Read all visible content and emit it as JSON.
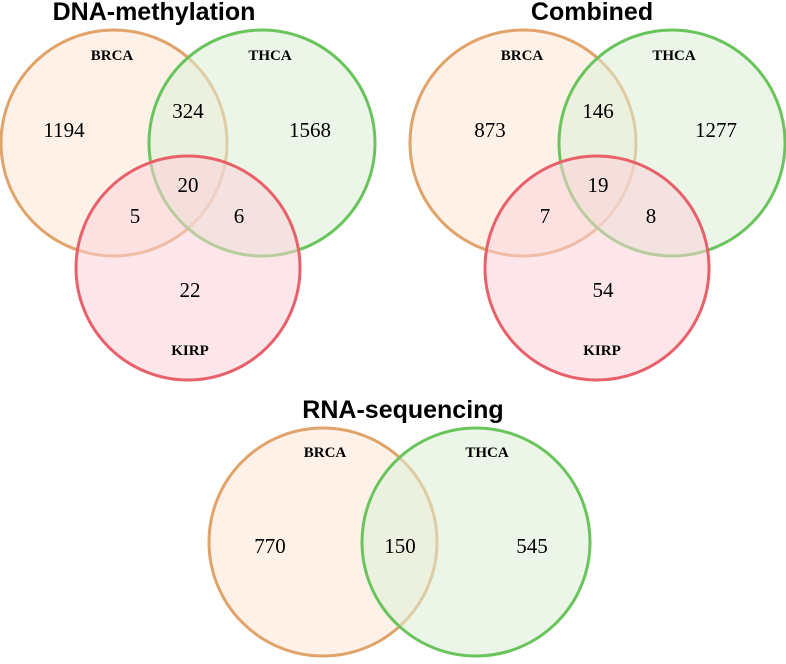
{
  "colors": {
    "BRCA": {
      "stroke": "#e0a36a",
      "fill": "#fde8d6"
    },
    "THCA": {
      "stroke": "#6ac45c",
      "fill": "#dcefd6"
    },
    "KIRP": {
      "stroke": "#e8606a",
      "fill": "#fcd2d8"
    }
  },
  "panels": [
    {
      "title": "DNA-methylation",
      "sets": [
        "BRCA",
        "THCA",
        "KIRP"
      ],
      "regions": {
        "BRCA_only": "1194",
        "THCA_only": "1568",
        "KIRP_only": "22",
        "BRCA_THCA": "324",
        "BRCA_KIRP": "5",
        "THCA_KIRP": "6",
        "all": "20"
      }
    },
    {
      "title": "Combined",
      "sets": [
        "BRCA",
        "THCA",
        "KIRP"
      ],
      "regions": {
        "BRCA_only": "873",
        "THCA_only": "1277",
        "KIRP_only": "54",
        "BRCA_THCA": "146",
        "BRCA_KIRP": "7",
        "THCA_KIRP": "8",
        "all": "19"
      }
    },
    {
      "title": "RNA-sequencing",
      "sets": [
        "BRCA",
        "THCA"
      ],
      "regions": {
        "BRCA_only": "770",
        "THCA_only": "545",
        "BRCA_THCA": "150"
      }
    }
  ]
}
